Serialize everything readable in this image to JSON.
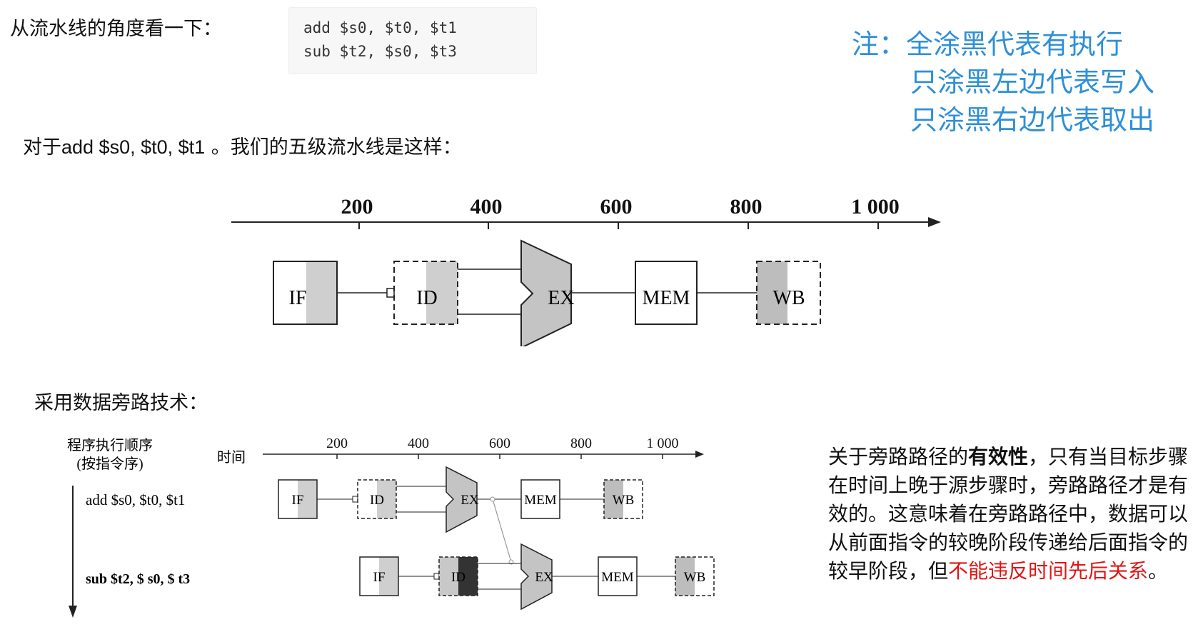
{
  "intro": {
    "label": "从流水线的角度看一下："
  },
  "code": {
    "lines": [
      "add $s0, $t0, $t1",
      "sub $t2, $s0, $t3"
    ]
  },
  "note": {
    "lines": [
      "注：全涂黑代表有执行",
      "只涂黑左边代表写入",
      "只涂黑右边代表取出"
    ]
  },
  "section1": {
    "prefix": "对于",
    "instr": "add $s0, $t0, $t1",
    "suffix": " 。我们的五级流水线是这样："
  },
  "section2": {
    "label": "采用数据旁路技术："
  },
  "diagram1": {
    "ticks": [
      "200",
      "400",
      "600",
      "800",
      "1 000"
    ],
    "stages": [
      "IF",
      "ID",
      "EX",
      "MEM",
      "WB"
    ]
  },
  "diagram2": {
    "order_label_1": "程序执行顺序",
    "order_label_2": "(按指令序)",
    "time_label": "时间",
    "ticks": [
      "200",
      "400",
      "600",
      "800",
      "1 000"
    ],
    "instr1": "add $s0, $t0,  $t1",
    "instr2": "sub $t2, $ s0, $ t3",
    "row1_stages": [
      "IF",
      "ID",
      "EX",
      "MEM",
      "WB"
    ],
    "row2_stages": [
      "IF",
      "ID",
      "EX",
      "MEM",
      "WB"
    ]
  },
  "paragraph": {
    "part1": "关于旁路路径的",
    "bold": "有效性",
    "part2": "，只有当目标步骤在时间上晚于源步骤时，旁路路径才是有效的。这意味着在旁路路径中，数据可以从前面指令的较晚阶段传递给后面指令的较早阶段，但",
    "red": "不能违反时间先后关系",
    "part3": "。"
  }
}
